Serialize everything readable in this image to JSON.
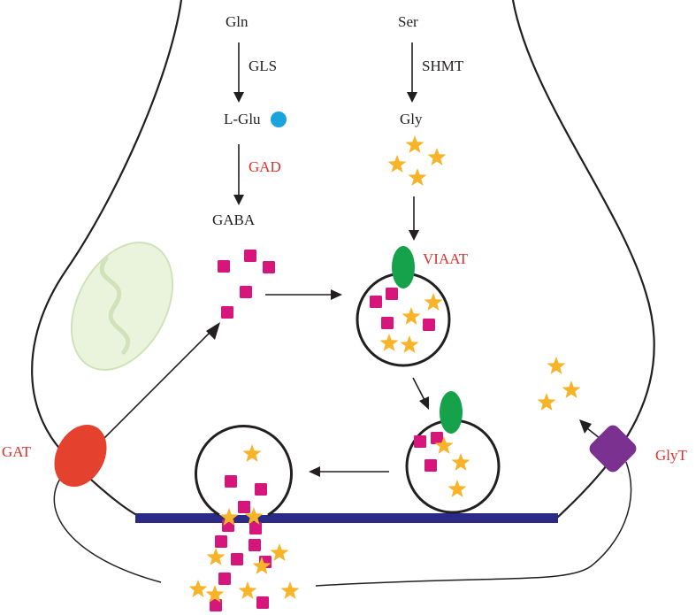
{
  "labels": {
    "gln": "Gln",
    "gls": "GLS",
    "l_glu": "L-Glu",
    "gad": "GAD",
    "gaba": "GABA",
    "ser": "Ser",
    "shmt": "SHMT",
    "gly": "Gly",
    "viaat": "VIAAT",
    "gat": "GAT",
    "glyt": "GlyT"
  },
  "colors": {
    "black_text": "#231f20",
    "red_text": "#e0312b",
    "gaba_square": "#d6167a",
    "glycine_star": "#f7b429",
    "glutamate_dot": "#1aa3dc",
    "viaat_green": "#16a24a",
    "gat_red": "#e4412f",
    "glyt_purple": "#7a3190",
    "membrane_blue": "#2b2a86",
    "mitochondrion_fill": "#eaf4dc",
    "mitochondrion_stroke": "#cfe2b8"
  }
}
